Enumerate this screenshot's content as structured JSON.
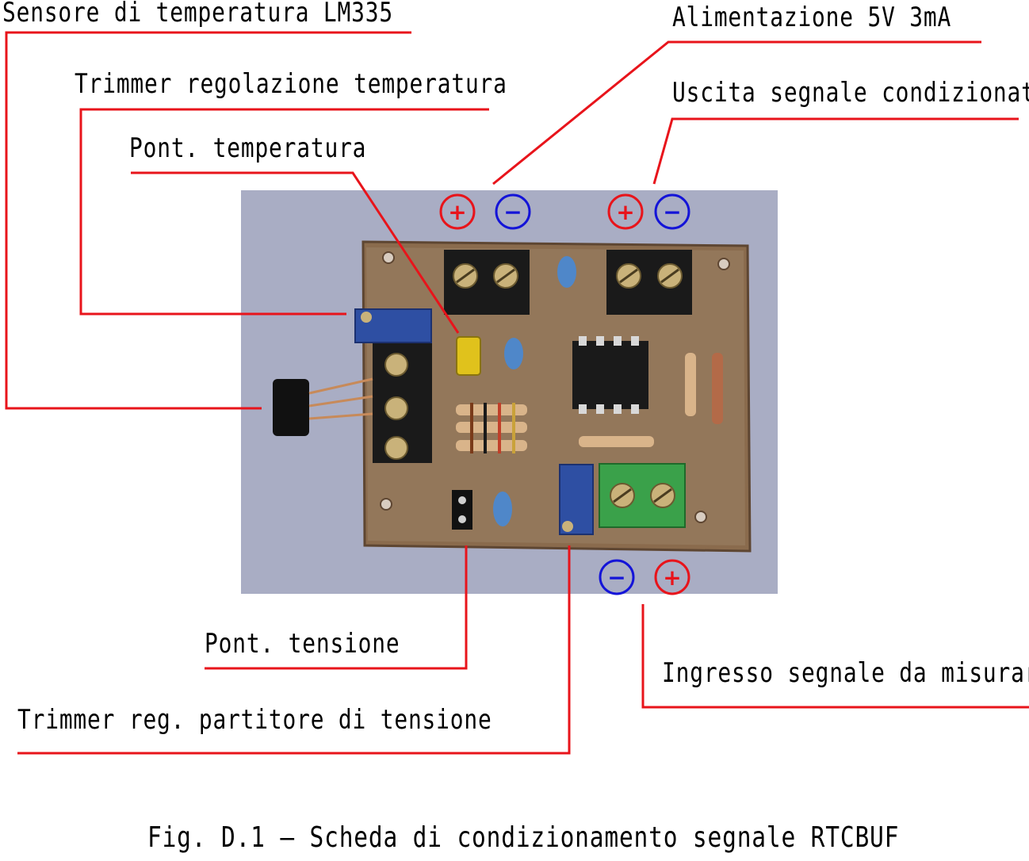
{
  "labels": {
    "sensor": "Sensore di temperatura LM335",
    "trimmer_temp": "Trimmer regolazione temperatura",
    "bridge_temp": "Pont. temperatura",
    "power": "Alimentazione 5V 3mA",
    "output": "Uscita segnale condizionato",
    "bridge_voltage": "Pont. tensione",
    "trimmer_divider": "Trimmer reg. partitore di tensione",
    "input": "Ingresso segnale da misurare"
  },
  "polarity": {
    "power_plus": "+",
    "power_minus": "−",
    "output_plus": "+",
    "output_minus": "−",
    "input_minus": "−",
    "input_plus": "+"
  },
  "caption": "Fig. D.1 — Scheda di condizionamento segnale RTCBUF",
  "colors": {
    "leader_line": "#e8141b",
    "plus_symbol": "#e8141b",
    "minus_symbol": "#1414d8",
    "photo_background": "#a9adc4",
    "pcb": "#8c6a4a"
  }
}
